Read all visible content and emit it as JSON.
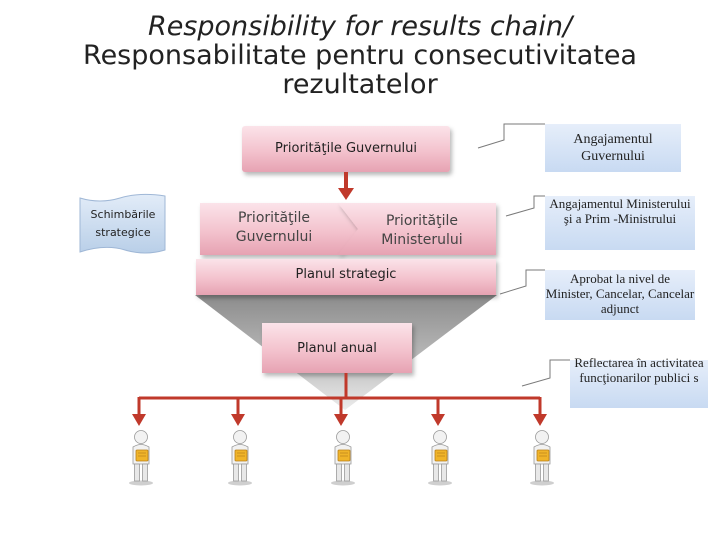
{
  "title": {
    "line1": "Responsibility for results chain/",
    "line2": "Responsabilitate pentru consecutivitatea",
    "line3": "rezultatelor"
  },
  "chain": {
    "top_box": "Priorităţile Guvernului",
    "gov_priorities": "Priorităţile Guvernului",
    "ministry_priorities": "Priorităţile Ministerului",
    "strategic_plan": "Planul strategic",
    "annual_plan": "Planul anual"
  },
  "side_note": "Schimbările strategice",
  "callouts": [
    "Angajamentul Guvernului",
    "Angajamentul Ministerului şi a Prim -Ministrului",
    "Aprobat la nivel de Minister, Cancelar, Cancelar adjunct",
    "Reflectarea în activitatea funcţionarilor publici s"
  ],
  "icons": {
    "people": "person-holding-document-icon",
    "arrows": "arrow-down-icon"
  },
  "colors": {
    "pink": "#f2bcc8",
    "blue": "#d9e6f7",
    "arrow_red": "#c0392b",
    "funnel_gray": "#a0a0a0"
  }
}
